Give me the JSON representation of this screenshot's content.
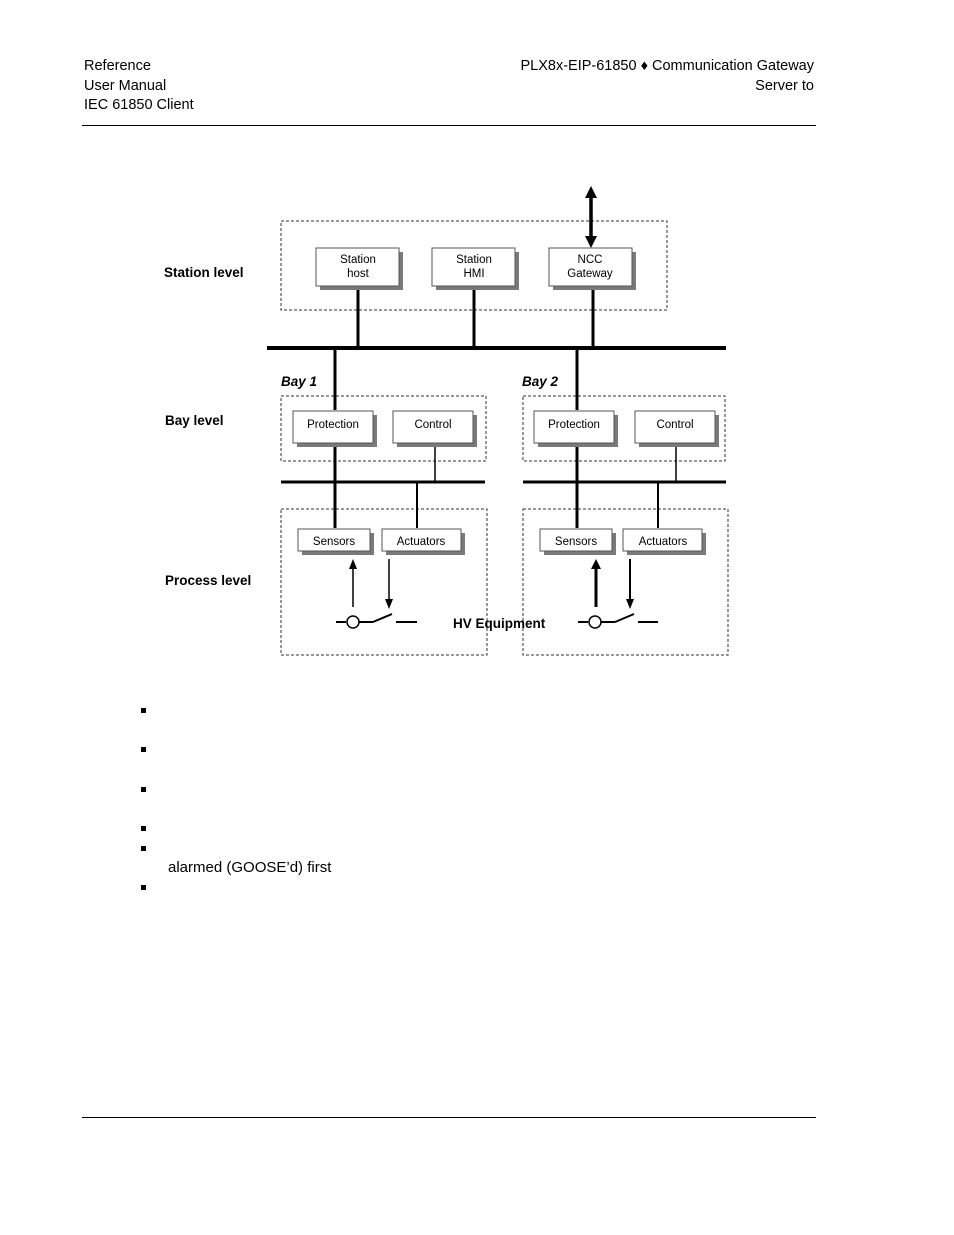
{
  "header": {
    "left_lines": [
      "Reference",
      "User Manual",
      "IEC 61850 Client"
    ],
    "right_lines": [
      "PLX8x-EIP-61850 ♦ Communication Gateway",
      "Server to"
    ]
  },
  "diagram": {
    "levels": {
      "station": "Station level",
      "bay": "Bay level",
      "process": "Process level"
    },
    "bays": [
      "Bay 1",
      "Bay 2"
    ],
    "station_boxes": [
      [
        "Station",
        "host"
      ],
      [
        "Station",
        "HMI"
      ],
      [
        "NCC",
        "Gateway"
      ]
    ],
    "bay_boxes": [
      "Protection",
      "Control"
    ],
    "process_boxes": [
      "Sensors",
      "Actuators"
    ],
    "equipment_label": "HV Equipment"
  },
  "body": {
    "continuation_text": "alarmed (GOOSE’d) first"
  }
}
